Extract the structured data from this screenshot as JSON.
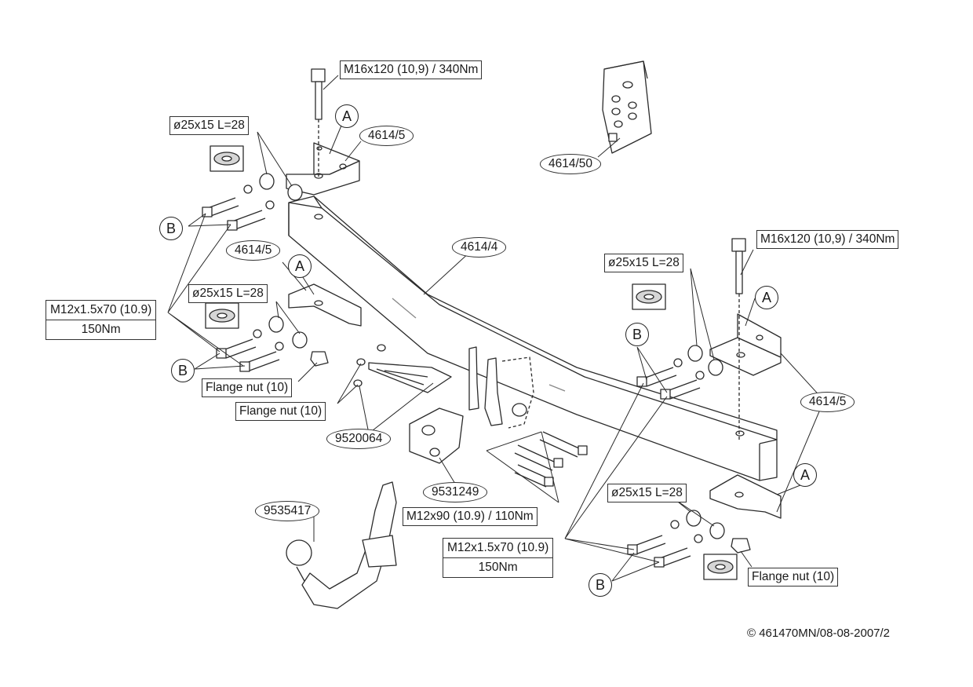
{
  "labels": {
    "bolt_top_left": "M16x120 (10,9) / 340Nm",
    "bolt_top_right": "M16x120 (10,9) / 340Nm",
    "spacer_1": "ø25x15 L=28",
    "spacer_2": "ø25x15 L=28",
    "spacer_3": "ø25x15 L=28",
    "spacer_4": "ø25x15 L=28",
    "m12_left_line1": "M12x1.5x70 (10.9)",
    "m12_left_line2": "150Nm",
    "m12_right_line1": "M12x1.5x70 (10.9)",
    "m12_right_line2": "150Nm",
    "flange_nut_1": "Flange nut (10)",
    "flange_nut_2": "Flange nut (10)",
    "flange_nut_3": "Flange nut (10)",
    "m12x90": "M12x90 (10.9) / 110Nm"
  },
  "part_numbers": {
    "p_4614_5_top": "4614/5",
    "p_4614_5_mid": "4614/5",
    "p_4614_5_right": "4614/5",
    "p_4614_4": "4614/4",
    "p_4614_50": "4614/50",
    "p_9520064": "9520064",
    "p_9531249": "9531249",
    "p_9535417": "9535417"
  },
  "markers": {
    "a1": "A",
    "a2": "A",
    "a3": "A",
    "a4": "A",
    "b1": "B",
    "b2": "B",
    "b3": "B",
    "b4": "B"
  },
  "copyright": "© 461470MN/08-08-2007/2",
  "colors": {
    "line": "#2b2b2b",
    "fill": "#ffffff",
    "shade": "#d6d6d6"
  }
}
